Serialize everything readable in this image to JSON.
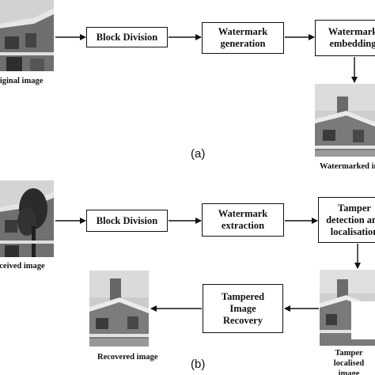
{
  "panel_a": {
    "label": "(a)",
    "boxes": {
      "block_division": "Block Division",
      "watermark_generation": "Watermark\ngeneration",
      "watermark_embedding": "Watermark\nembedding"
    },
    "captions": {
      "original": "Original image",
      "watermarked": "Watermarked image"
    }
  },
  "panel_b": {
    "label": "(b)",
    "boxes": {
      "block_division": "Block Division",
      "watermark_extraction": "Watermark\nextraction",
      "tamper_detection": "Tamper\ndetection and\nlocalisation",
      "tampered_recovery": "Tampered\nImage\nRecovery"
    },
    "captions": {
      "received": "Received image",
      "recovered": "Recovered image",
      "tamper_localised": "Tamper localised\nimage"
    }
  }
}
